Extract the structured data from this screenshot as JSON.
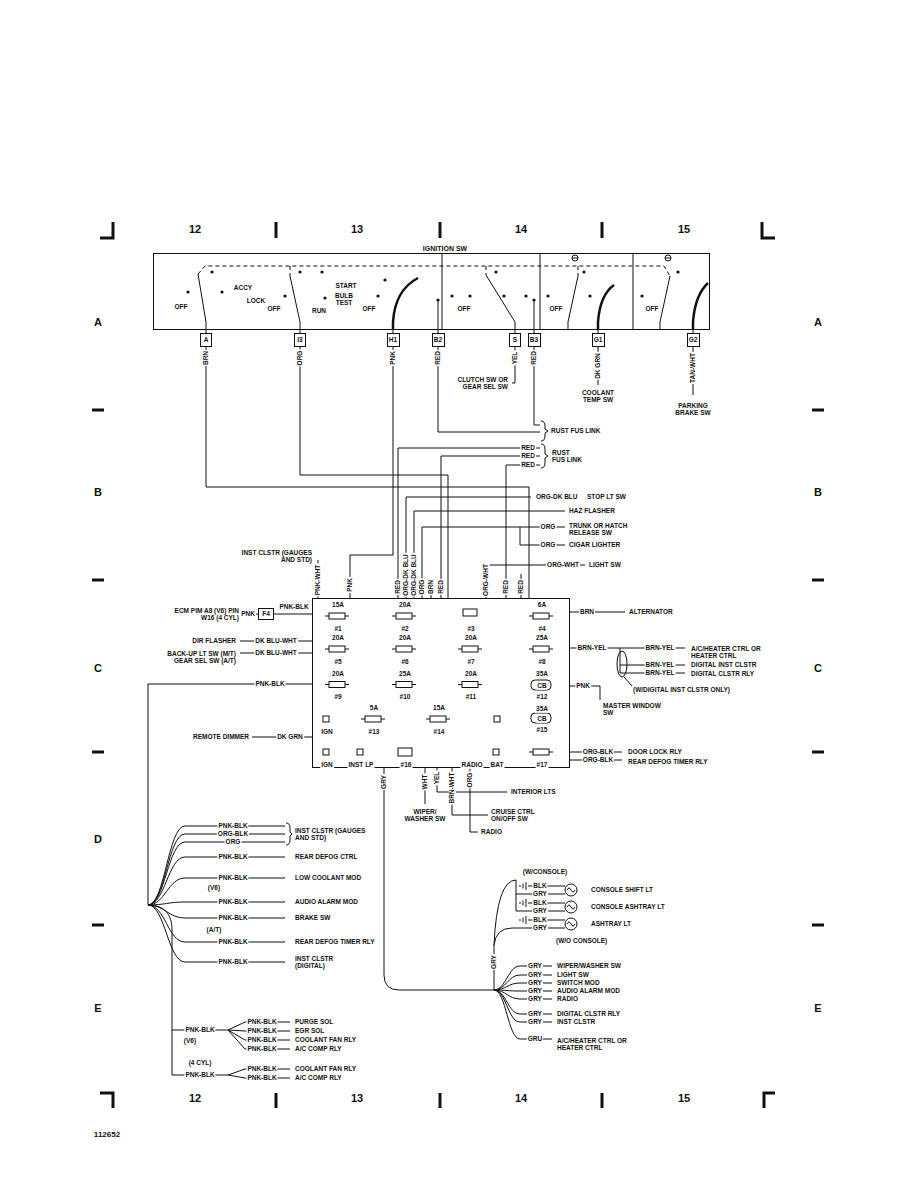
{
  "diagram": {
    "nodes": [
      {
        "text": [
          "IGNITION SW",
          "ACCY",
          "START",
          "OFF",
          "LOCK",
          "BULB TEST",
          "OFF",
          "RUN",
          "OFF",
          "OFF",
          "OFF",
          "OFF"
        ]
      },
      {
        "text": [
          "A"
        ]
      },
      {
        "text": [
          "I3"
        ]
      },
      {
        "text": [
          "H1"
        ]
      },
      {
        "text": [
          "B2"
        ]
      },
      {
        "text": [
          "S"
        ]
      },
      {
        "text": [
          "B3"
        ]
      },
      {
        "text": [
          "G1"
        ]
      },
      {
        "text": [
          "G2"
        ]
      },
      {
        "text": [
          "15A",
          "#1",
          "20A",
          "#2",
          "#3",
          "6A",
          "#4",
          "20A",
          "#5",
          "20A",
          "#6",
          "20A",
          "#7",
          "25A",
          "#8",
          "20A",
          "#9",
          "25A",
          "#10",
          "20A",
          "#11",
          "35A",
          "CB",
          "#12",
          "5A",
          "IGN",
          "#13",
          "15A",
          "#14",
          "35A",
          "CB",
          "#15",
          "IGN",
          "INST LP",
          "#16",
          "RADIO",
          "BAT",
          "#17"
        ]
      },
      {
        "text": [
          "F4"
        ]
      }
    ],
    "edges": [
      {
        "from": 0,
        "to": 1,
        "arrow": "none"
      },
      {
        "from": 0,
        "to": 2,
        "arrow": "none"
      },
      {
        "from": 0,
        "to": 3,
        "arrow": "none"
      },
      {
        "from": 0,
        "to": 4,
        "arrow": "none"
      },
      {
        "from": 0,
        "to": 5,
        "arrow": "none"
      },
      {
        "from": 0,
        "to": 6,
        "arrow": "none"
      },
      {
        "from": 0,
        "to": 7,
        "arrow": "none"
      },
      {
        "from": 0,
        "to": 8,
        "arrow": "none"
      },
      {
        "from": 1,
        "to": 9,
        "arrow": "none"
      },
      {
        "from": 2,
        "to": 9,
        "arrow": "none"
      },
      {
        "from": 3,
        "to": 9,
        "arrow": "none"
      },
      {
        "from": 10,
        "to": 9,
        "arrow": "none"
      }
    ],
    "labels": [
      "12",
      "13",
      "14",
      "15",
      "A",
      "A",
      "B",
      "B",
      "C",
      "C",
      "D",
      "E",
      "E",
      "BRN",
      "ORG",
      "PNK",
      "RED",
      "YEL",
      "RED",
      "DK GRN",
      "TAN-WHT",
      "CLUTCH SW OR GEAR SEL SW",
      "COOLANT TEMP SW",
      "PARKING BRAKE SW",
      "RUST FUS LINK",
      "RED",
      "RED",
      "RED",
      "RUST FUS LINK",
      "ORG-DK BLU",
      "STOP LT SW",
      "HAZ FLASHER",
      "ORG",
      "TRUNK OR HATCH RELEASE SW",
      "ORG",
      "CIGAR LIGHTER",
      "ORG-WHT",
      "LIGHT SW",
      "INST CLSTR (GAUGES AND STD)",
      "PNK-WHT",
      "PNK",
      "RED",
      "ORG-DK BLU",
      "ORG-DK BLU",
      "ORG",
      "BRN",
      "RED",
      "ORG-WHT",
      "RED",
      "RED",
      "ECM PIM A8 (V6) PIN W16 (4 CYL)",
      "PNK",
      "PNK-BLK",
      "DIR FLASHER",
      "DK BLU-WHT",
      "BACK-UP LT SW (M/T) GEAR SEL SW (A/T)",
      "DK BLU-WHT",
      "PNK-BLK",
      "REMOTE DIMMER",
      "DK GRN",
      "BRN",
      "ALTERNATOR",
      "BRN-YEL",
      "BRN-YEL",
      "A/C/HEATER CTRL OR HEATER CTRL",
      "BRN-YEL",
      "DIGITAL INST CLSTR",
      "BRN-YEL",
      "DIGITAL CLSTR RLY",
      "(W/DIGITAL INST CLSTR ONLY)",
      "PNK",
      "MASTER WINDOW SW",
      "ORG-BLK",
      "DOOR LOCK RLY",
      "ORG-BLK",
      "REAR DEFOG TIMER RLY",
      "GRY",
      "WHT",
      "YEL",
      "BRN-WHT",
      "ORG",
      "INTERIOR LTS",
      "WIPER/ WASHER SW",
      "CRUISE CTRL ON/OFF SW",
      "RADIO",
      "PNK-BLK",
      "ORG-BLK",
      "ORG",
      "INST CLSTR (GAUGES AND STD)",
      "PNK-BLK",
      "REAR DEFOG CTRL",
      "PNK-BLK",
      "(V6)",
      "LOW COOLANT MOD",
      "PNK-BLK",
      "AUDIO ALARM MOD",
      "PNK-BLK",
      "(A/T)",
      "BRAKE SW",
      "PNK-BLK",
      "REAR DEFOG TIMER RLY",
      "PNK-BLK",
      "INST CLSTR (DIGITAL)",
      "PNK-BLK",
      "(V6)",
      "PNK-BLK",
      "PNK-BLK",
      "PNK-BLK",
      "PNK-BLK",
      "PURGE SOL",
      "EGR SOL",
      "COOLANT FAN RLY",
      "A/C COMP RLY",
      "(4 CYL)",
      "PNK-BLK",
      "PNK-BLK",
      "PNK-BLK",
      "COOLANT FAN RLY",
      "A/C COMP RLY",
      "(W/CONSOLE)",
      "BLK",
      "GRY",
      "CONSOLE SHIFT LT",
      "BLK",
      "GRY",
      "CONSOLE ASHTRAY LT",
      "BLK",
      "GRY",
      "ASHTRAY LT",
      "(W/O CONSOLE)",
      "GRY",
      "GRY",
      "WIPER/WASHER SW",
      "GRY",
      "LIGHT SW",
      "GRY",
      "SWITCH MOD",
      "GRY",
      "AUDIO ALARM MOD",
      "GRY",
      "RADIO",
      "GRY",
      "DIGITAL CLSTR RLY",
      "GRY",
      "INST CLSTR",
      "GRU",
      "A/C/HEATER CTRL OR HEATER CTRL",
      "12",
      "13",
      "14",
      "15",
      "112652"
    ]
  }
}
